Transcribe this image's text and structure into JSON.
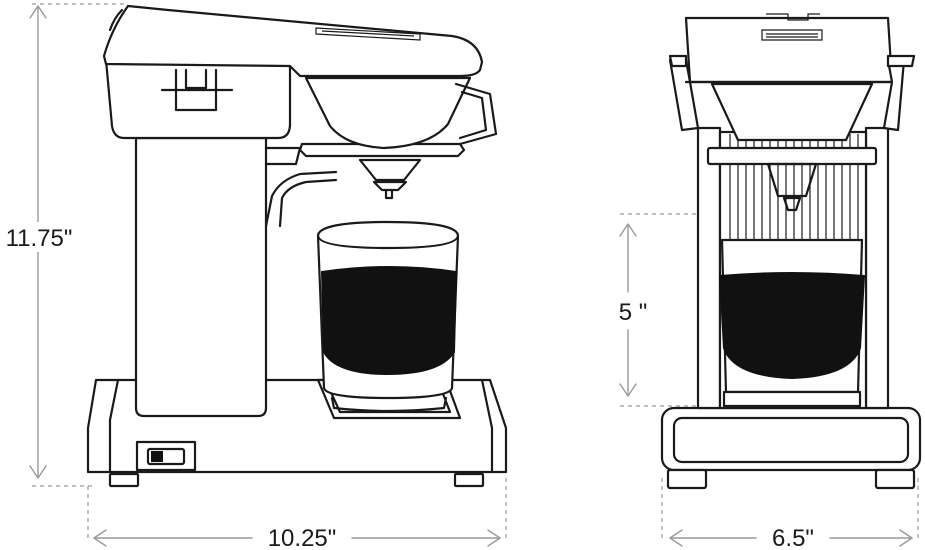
{
  "dimensions": {
    "height": "11.75\"",
    "width": "10.25\"",
    "cup_height": "5 \"",
    "depth": "6.5\""
  }
}
